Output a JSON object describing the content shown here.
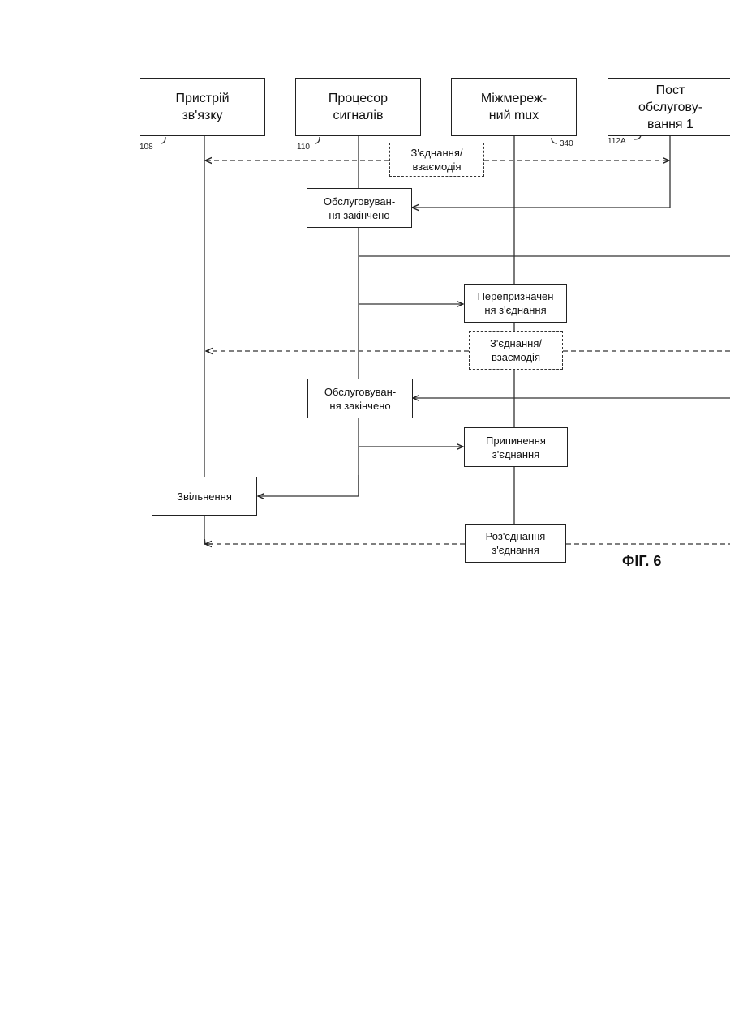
{
  "participants": [
    {
      "id": "device",
      "label": "Пристрій\nзв'язку",
      "ref": "108"
    },
    {
      "id": "processor",
      "label": "Процесор\nсигналів",
      "ref": "110"
    },
    {
      "id": "mux",
      "label": "Міжмереж-\nний mux",
      "ref": "340"
    },
    {
      "id": "station",
      "label": "Пост\nобслугову-\nвання 1",
      "ref": "112A"
    }
  ],
  "steps": {
    "connection_1": "З'єднання/\nвзаємодія",
    "service_done_1": "Обслуговуван-\nня закінчено",
    "reassign": "Перепризначен\nня з'єднання",
    "connection_2": "З'єднання/\nвзаємодія",
    "service_done_2": "Обслуговуван-\nня закінчено",
    "terminate": "Припинення\nз'єднання",
    "release": "Звільнення",
    "disconnect": "Роз'єднання\nз'єднання"
  },
  "figure_label": "ФІГ. 6"
}
